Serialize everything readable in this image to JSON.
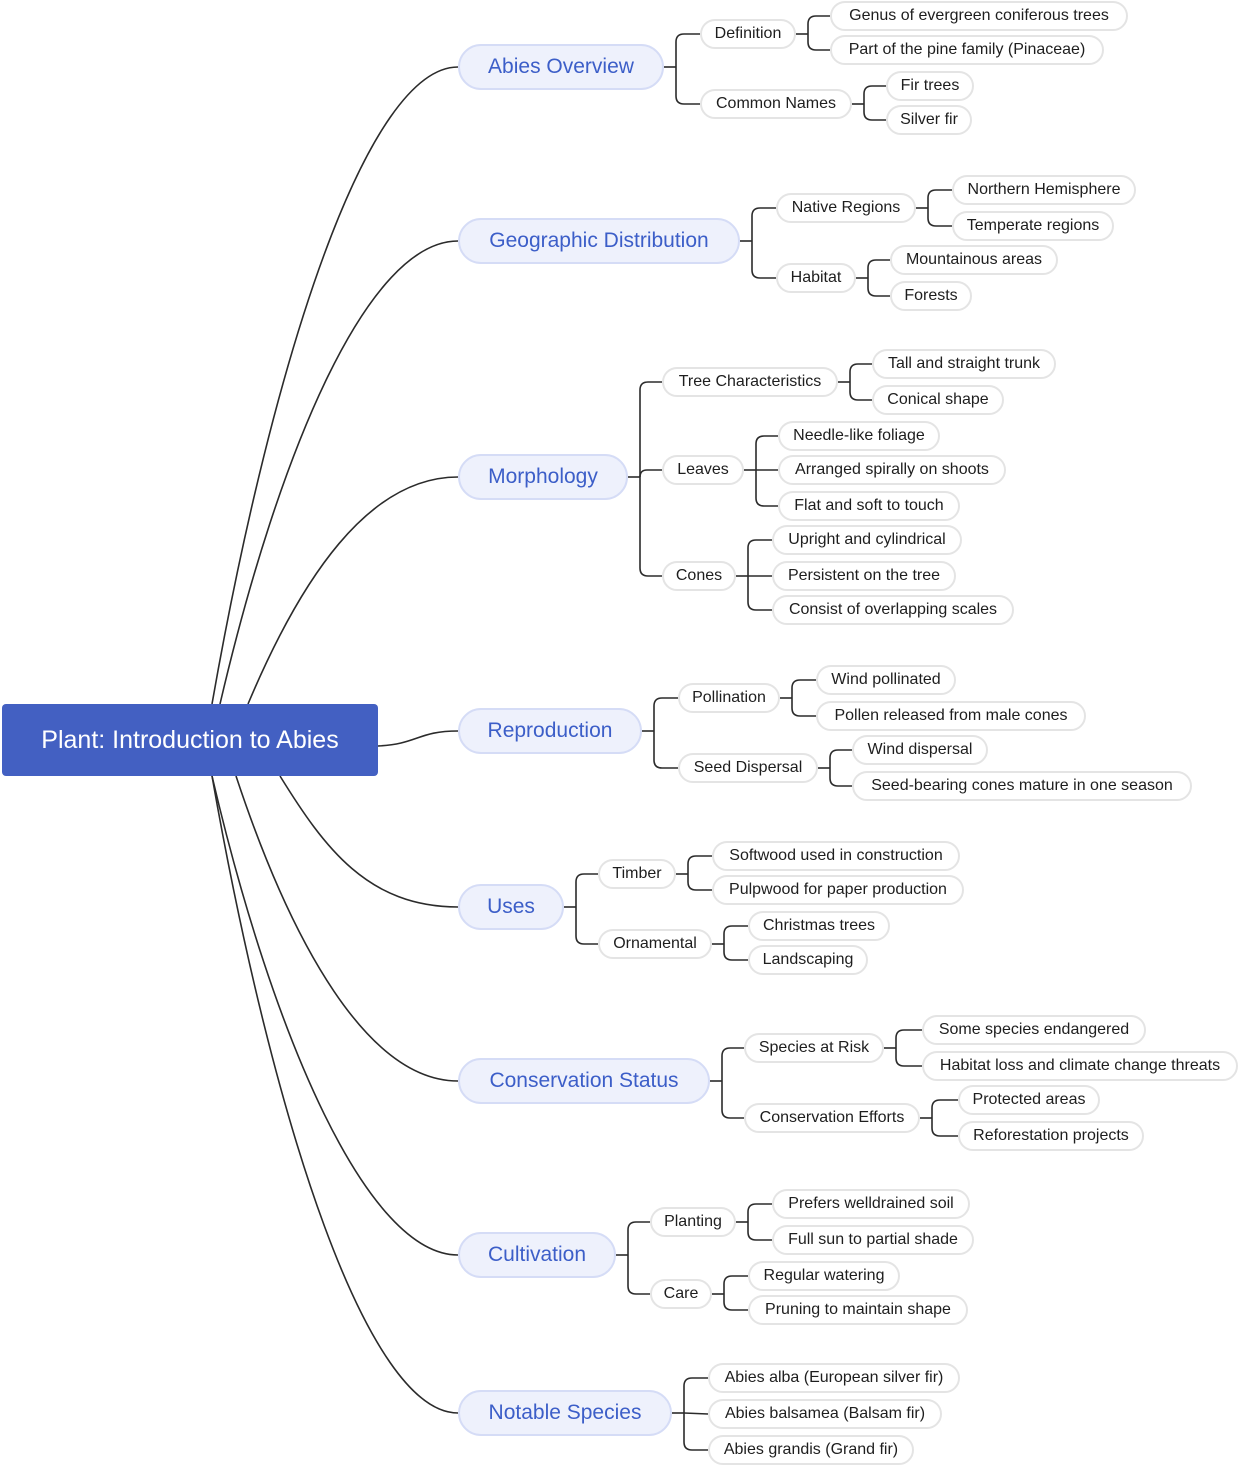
{
  "mindmap": {
    "root": "Plant: Introduction to Abies",
    "branches": [
      {
        "label": "Abies Overview",
        "children": [
          {
            "label": "Definition",
            "children": [
              "Genus of evergreen coniferous trees",
              "Part of the pine family (Pinaceae)"
            ]
          },
          {
            "label": "Common Names",
            "children": [
              "Fir trees",
              "Silver fir"
            ]
          }
        ]
      },
      {
        "label": "Geographic Distribution",
        "children": [
          {
            "label": "Native Regions",
            "children": [
              "Northern Hemisphere",
              "Temperate regions"
            ]
          },
          {
            "label": "Habitat",
            "children": [
              "Mountainous areas",
              "Forests"
            ]
          }
        ]
      },
      {
        "label": "Morphology",
        "children": [
          {
            "label": "Tree Characteristics",
            "children": [
              "Tall and straight trunk",
              "Conical shape"
            ]
          },
          {
            "label": "Leaves",
            "children": [
              "Needle-like foliage",
              "Arranged spirally on shoots",
              "Flat and soft to touch"
            ]
          },
          {
            "label": "Cones",
            "children": [
              "Upright and cylindrical",
              "Persistent on the tree",
              "Consist of overlapping scales"
            ]
          }
        ]
      },
      {
        "label": "Reproduction",
        "children": [
          {
            "label": "Pollination",
            "children": [
              "Wind pollinated",
              "Pollen released from male cones"
            ]
          },
          {
            "label": "Seed Dispersal",
            "children": [
              "Wind dispersal",
              "Seed-bearing cones mature in one season"
            ]
          }
        ]
      },
      {
        "label": "Uses",
        "children": [
          {
            "label": "Timber",
            "children": [
              "Softwood used in construction",
              "Pulpwood for paper production"
            ]
          },
          {
            "label": "Ornamental",
            "children": [
              "Christmas trees",
              "Landscaping"
            ]
          }
        ]
      },
      {
        "label": "Conservation Status",
        "children": [
          {
            "label": "Species at Risk",
            "children": [
              "Some species endangered",
              "Habitat loss and climate change threats"
            ]
          },
          {
            "label": "Conservation Efforts",
            "children": [
              "Protected areas",
              "Reforestation projects"
            ]
          }
        ]
      },
      {
        "label": "Cultivation",
        "children": [
          {
            "label": "Planting",
            "children": [
              "Prefers welldrained soil",
              "Full sun to partial shade"
            ]
          },
          {
            "label": "Care",
            "children": [
              "Regular watering",
              "Pruning to maintain shape"
            ]
          }
        ]
      },
      {
        "label": "Notable Species",
        "children": [
          {
            "label": "Abies alba (European silver fir)",
            "children": []
          },
          {
            "label": "Abies balsamea (Balsam fir)",
            "children": []
          },
          {
            "label": "Abies grandis (Grand fir)",
            "children": []
          }
        ]
      }
    ]
  },
  "colors": {
    "root_fill": "#4360c2",
    "root_text": "#ffffff",
    "branch_fill": "#eef1fc",
    "branch_border": "#d5dcf6",
    "branch_text": "#3c5ec8",
    "leaf_border": "#e4e4e4",
    "leaf_text": "#1e1e1e",
    "connector": "#2b2b2b"
  }
}
